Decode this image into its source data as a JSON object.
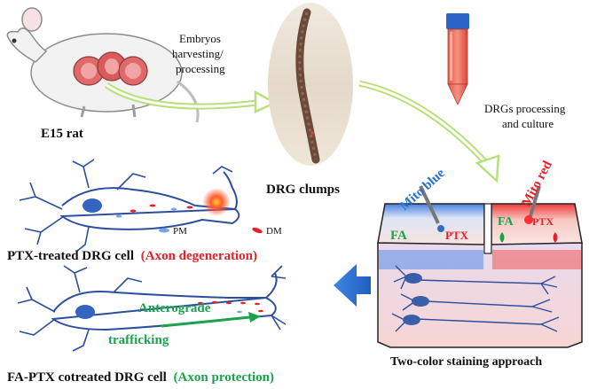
{
  "labels": {
    "embryos_step": [
      "Embryos",
      "harvesting/",
      "processing"
    ],
    "rat": "E15 rat",
    "drg_clumps": "DRG clumps",
    "drgs_step": [
      "DRGs processing",
      "and culture"
    ],
    "mito_blue": "Mito blue",
    "mito_red": "Mito red",
    "fa": "FA",
    "ptx": "PTX",
    "pm": "PM",
    "dm": "DM",
    "ptx_cell": "PTX-treated DRG cell",
    "ptx_cell_note": "(Axon degeneration)",
    "anterograde": "Anterograde",
    "trafficking": "trafficking",
    "fa_ptx_cell": "FA-PTX cotreated DRG cell",
    "fa_ptx_cell_note": "(Axon protection)",
    "approach": "Two-color staining approach"
  },
  "colors": {
    "text": "#111111",
    "red_accent": "#e8202a",
    "green_accent": "#1aa34a",
    "blue_accent": "#2a6fc9",
    "arrow_green": "#b8e07a",
    "neuron": "#2b4f9e",
    "neuron_fill": "#ffffff"
  },
  "icons": [
    "rat-illustration",
    "drg-clump-photo",
    "falcon-tube",
    "pipette",
    "culture-chamber",
    "neuron",
    "big-left-arrow"
  ]
}
